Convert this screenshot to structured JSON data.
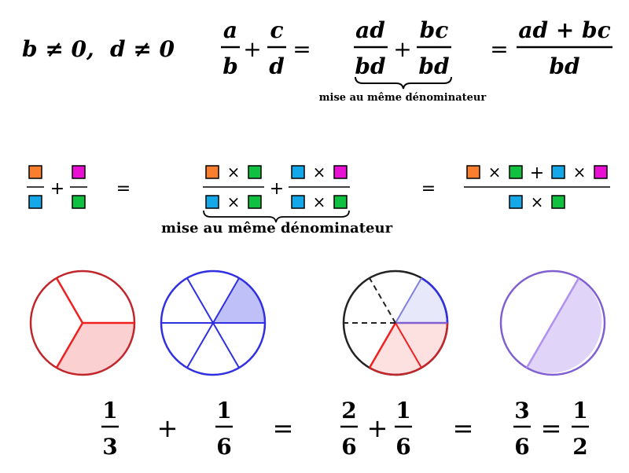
{
  "row1": {
    "cond": "b ≠ 0,",
    "cond2": "d ≠ 0",
    "a": "a",
    "b": "b",
    "c": "c",
    "d": "d",
    "plus": "+",
    "eq": "=",
    "ad": "ad",
    "bc": "bc",
    "bd": "bd",
    "ad_plus_bc": "ad + bc",
    "brace_label": "mise au même dénominateur"
  },
  "row2": {
    "times": "×",
    "plus": "+",
    "eq": "=",
    "brace_label": "mise au même dénominateur"
  },
  "colors": {
    "orange": "#f97f2e",
    "magenta": "#e810d2",
    "blue": "#14a8e8",
    "green": "#10c040"
  },
  "circles": [
    {
      "name": "thirds-circle",
      "stroke": "#c0262b",
      "fill": "#fbd0d0"
    },
    {
      "name": "sixths-circle",
      "stroke": "#3030e0",
      "fill": "#c0c0f8"
    },
    {
      "name": "combined-circle",
      "stroke": "#222222",
      "fill_blue": "#e8e8fb",
      "fill_red": "#fde0e0"
    },
    {
      "name": "half-circle",
      "stroke": "#8060d0",
      "fill": "#e0d4f8"
    }
  ],
  "bottom": {
    "n1": "1",
    "d1": "3",
    "n2": "1",
    "d2": "6",
    "n3": "2",
    "d3": "6",
    "n4": "1",
    "d4": "6",
    "n5": "3",
    "d5": "6",
    "n6": "1",
    "d6": "2",
    "plus": "+",
    "eq": "="
  }
}
